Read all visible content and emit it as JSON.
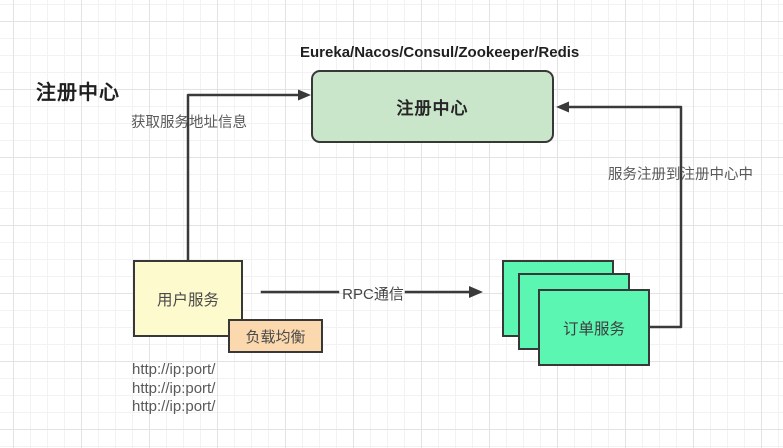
{
  "colors": {
    "canvas_bg": "#ffffff",
    "grid_minor": "#f2f2f2",
    "grid_major": "#e3e3e3",
    "line": "#3a3a3a",
    "box_border": "#383838",
    "registry_fill": "#c9e5ca",
    "user_service_fill": "#fdfacd",
    "load_balancer_fill": "#fbd8ad",
    "order_service_fill": "#5bf6b2",
    "label_gray": "#595959",
    "text_dark": "#1f1f1f"
  },
  "labels": {
    "page_title": "注册中心",
    "implementations": "Eureka/Nacos/Consul/Zookeeper/Redis",
    "get_service_address": "获取服务地址信息",
    "register_to_registry": "服务注册到注册中心中",
    "rpc": "RPC通信"
  },
  "nodes": {
    "registry": {
      "label": "注册中心"
    },
    "user_service": {
      "label": "用户服务"
    },
    "load_balancer": {
      "label": "负载均衡"
    },
    "order_service": {
      "label": "订单服务"
    }
  },
  "urls": [
    "http://ip:port/",
    "http://ip:port/",
    "http://ip:port/"
  ]
}
